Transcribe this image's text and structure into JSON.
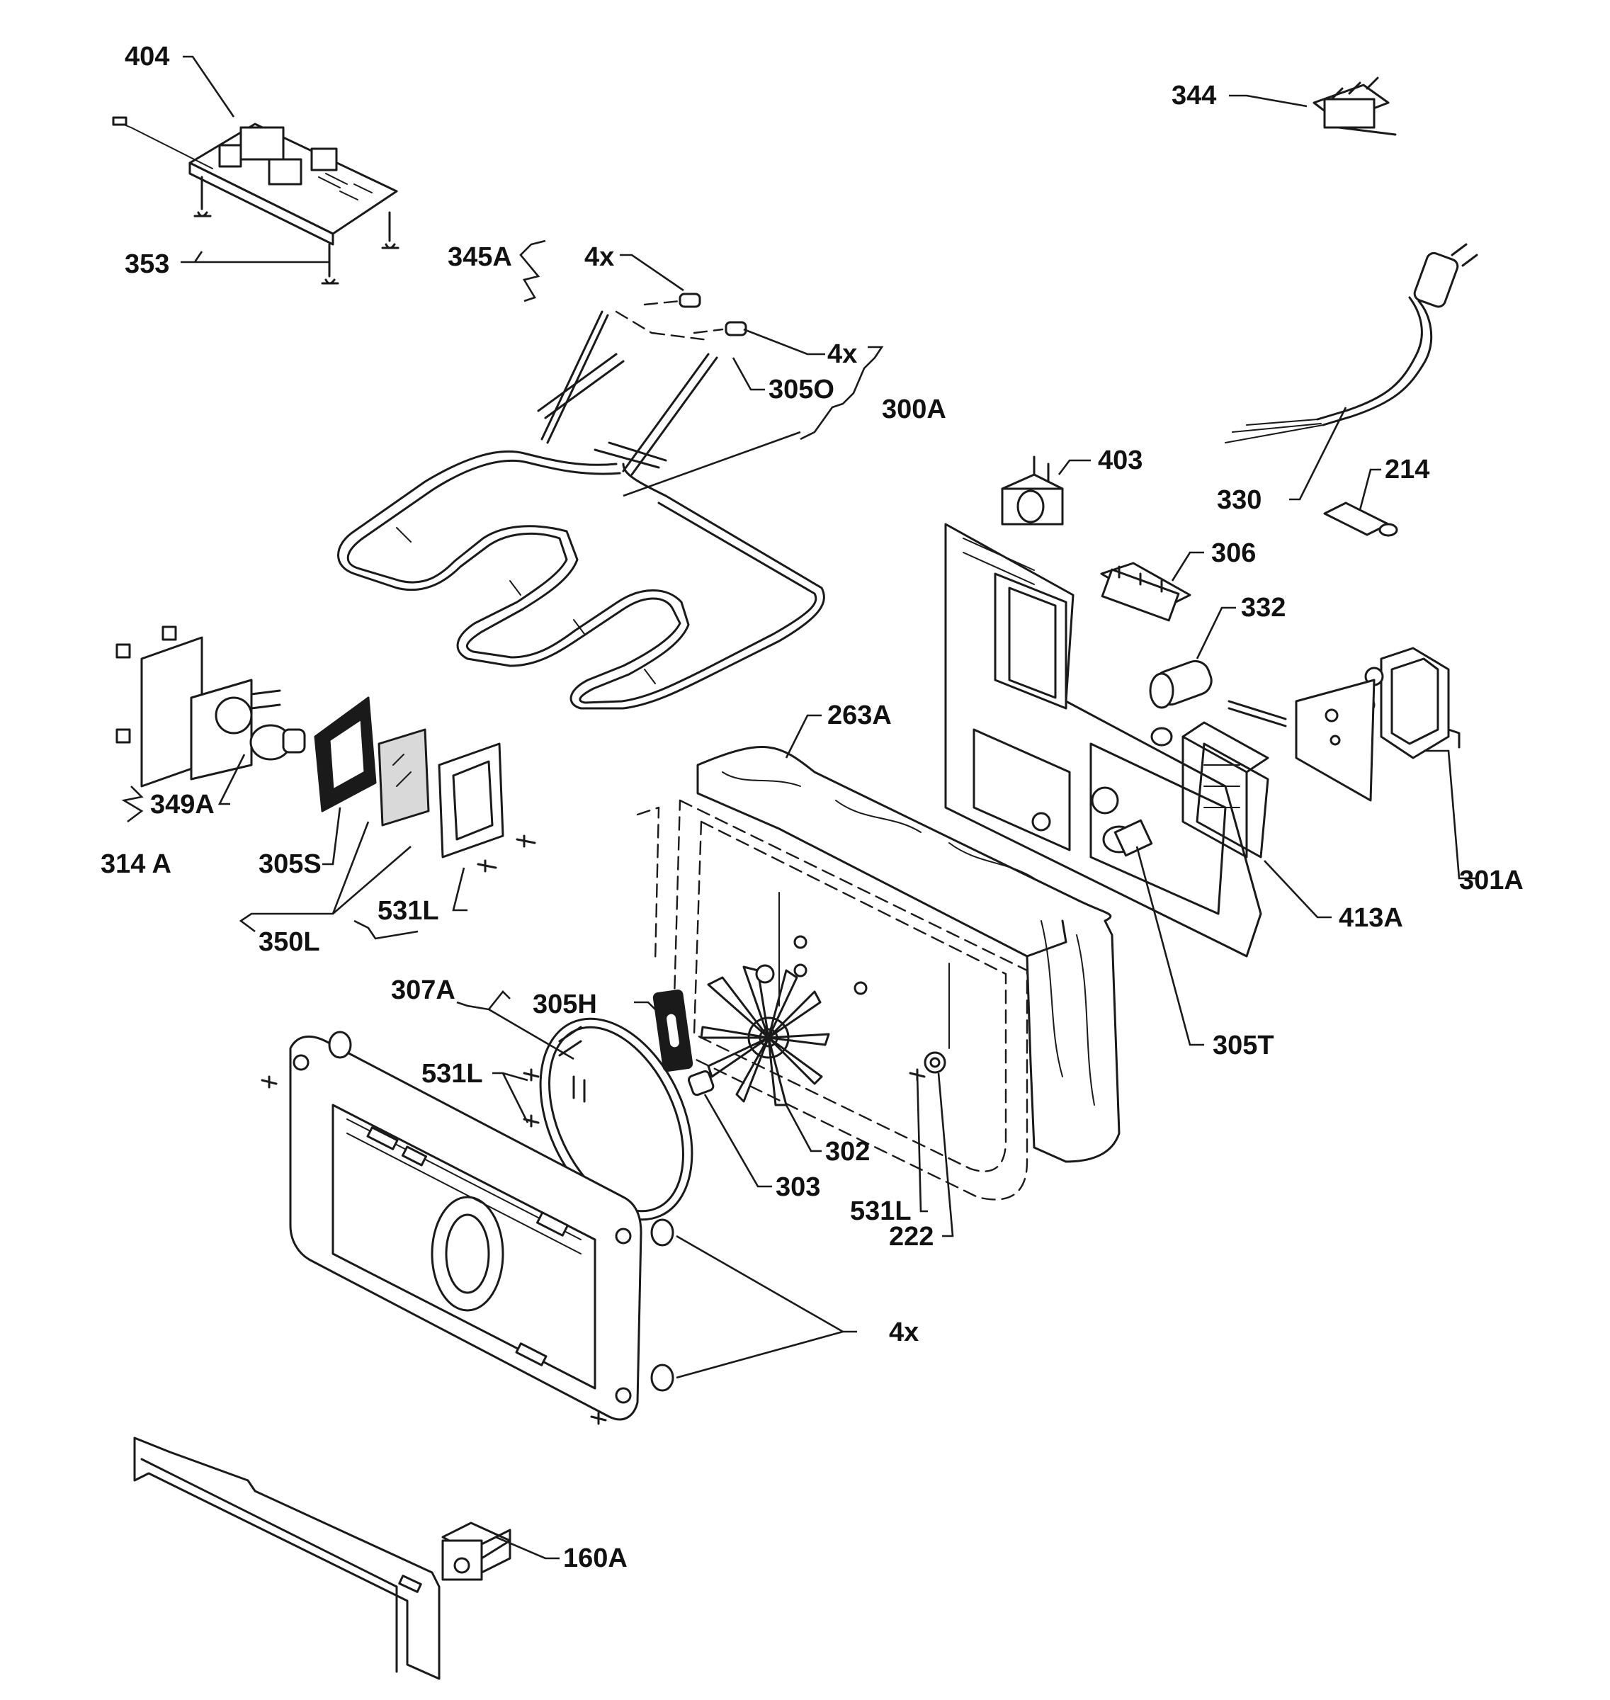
{
  "labels": {
    "l404": "404",
    "l344": "344",
    "l353": "353",
    "l345A": "345A",
    "l4x_a": "4x",
    "l4x_b": "4x",
    "l305O": "305O",
    "l300A": "300A",
    "l403": "403",
    "l214": "214",
    "l330": "330",
    "l306": "306",
    "l332": "332",
    "l263A": "263A",
    "l349A": "349A",
    "l314A": "314 A",
    "l305S": "305S",
    "l531L_a": "531L",
    "l350L": "350L",
    "l301A": "301A",
    "l413A": "413A",
    "l305T": "305T",
    "l307A": "307A",
    "l305H": "305H",
    "l531L_b": "531L",
    "l302": "302",
    "l303": "303",
    "l531L_c": "531L",
    "l222": "222",
    "l4x_c": "4x",
    "l160A": "160A"
  }
}
